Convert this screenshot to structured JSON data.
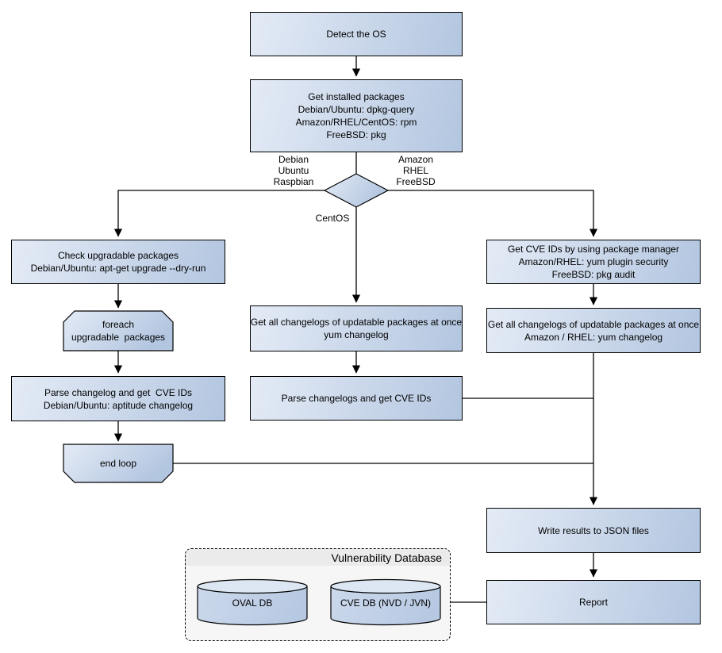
{
  "nodes": {
    "detect_os": {
      "lines": [
        "Detect the OS"
      ]
    },
    "get_installed_packages": {
      "lines": [
        "Get installed packages",
        "Debian/Ubuntu: dpkg-query",
        "Amazon/RHEL/CentOS: rpm",
        "FreeBSD: pkg"
      ]
    },
    "check_upgradable_packages": {
      "lines": [
        "Check upgradable packages",
        "Debian/Ubuntu: apt-get upgrade --dry-run"
      ]
    },
    "foreach_loop_start": {
      "lines": [
        "foreach",
        "upgradable  packages"
      ]
    },
    "parse_changelog_debian": {
      "lines": [
        "Parse changelog and get  CVE IDs",
        "Debian/Ubuntu: aptitude changelog"
      ]
    },
    "end_loop": {
      "lines": [
        "end loop"
      ]
    },
    "get_changelogs_centos": {
      "lines": [
        "Get all changelogs of updatable packages at once",
        "yum changelog"
      ]
    },
    "parse_changelogs_centos": {
      "lines": [
        "Parse changelogs and get CVE IDs"
      ]
    },
    "get_cve_ids_package_manager": {
      "lines": [
        "Get CVE IDs by using package manager",
        "Amazon/RHEL: yum plugin security",
        "FreeBSD: pkg audit"
      ]
    },
    "get_changelogs_amazon_rhel": {
      "lines": [
        "Get all changelogs of updatable packages at once",
        "Amazon / RHEL: yum changelog"
      ]
    },
    "write_results_json": {
      "lines": [
        "Write results to JSON files"
      ]
    },
    "report": {
      "lines": [
        "Report"
      ]
    }
  },
  "branch_labels": {
    "debian_branch": [
      "Debian",
      "Ubuntu",
      "Raspbian"
    ],
    "amazon_branch": [
      "Amazon",
      "RHEL",
      "FreeBSD"
    ],
    "centos_branch": "CentOS"
  },
  "database": {
    "title": "Vulnerability Database",
    "oval_db": "OVAL DB",
    "cve_db": "CVE DB (NVD / JVN)"
  },
  "colors": {
    "node_gradient_start": "#e4ebf6",
    "node_gradient_end": "#b3c6e0",
    "node_border": "#000000",
    "line_color": "#000000",
    "db_panel_bg": "#f6f6f6",
    "db_panel_header_bg": "#ebebeb",
    "text_color": "#000000"
  }
}
